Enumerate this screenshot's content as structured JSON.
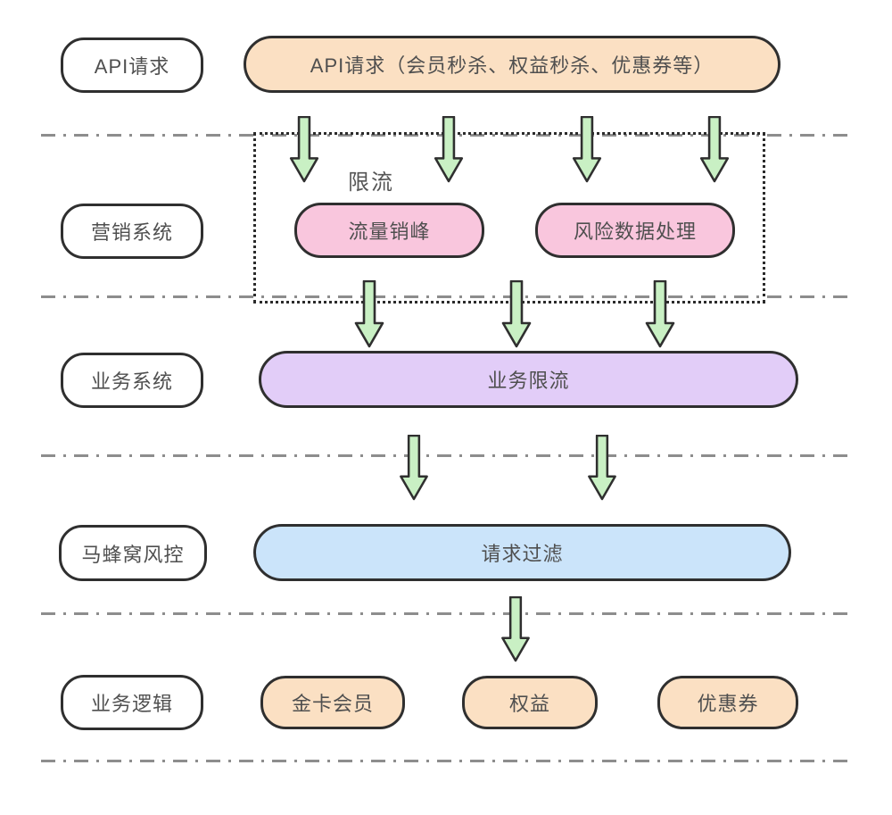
{
  "diagram": {
    "title_implicit": "秒杀限流风控分层架构",
    "lanes": [
      {
        "label": "API请求"
      },
      {
        "label": "营销系统"
      },
      {
        "label": "业务系统"
      },
      {
        "label": "马蜂窝风控"
      },
      {
        "label": "业务逻辑"
      }
    ],
    "nodes": {
      "api_request_detail": {
        "label": "API请求（会员秒杀、权益秒杀、优惠券等）",
        "fill": "#fbe0c3"
      },
      "traffic_peak_shaving": {
        "label": "流量销峰",
        "fill": "#f9c6dd"
      },
      "risk_data_processing": {
        "label": "风险数据处理",
        "fill": "#f9c6dd"
      },
      "business_rate_limit": {
        "label": "业务限流",
        "fill": "#e2cdf8"
      },
      "request_filter": {
        "label": "请求过滤",
        "fill": "#cbe4fa"
      },
      "gold_card_member": {
        "label": "金卡会员",
        "fill": "#fbe0c3"
      },
      "benefits": {
        "label": "权益",
        "fill": "#fbe0c3"
      },
      "coupon": {
        "label": "优惠券",
        "fill": "#fbe0c3"
      }
    },
    "annotations": {
      "rate_limit": "限流"
    },
    "icons": {
      "down_arrow": {
        "name": "down-arrow-icon",
        "fill": "#c9f0c4",
        "stroke": "#2f2f2f",
        "count": 10
      }
    },
    "style": {
      "background": "#ffffff",
      "node_border_color": "#2f2f2f",
      "text_color": "#4f4f4f",
      "divider_color": "#8d8d8d",
      "dotted_box_color": "#2b2b2b"
    }
  }
}
